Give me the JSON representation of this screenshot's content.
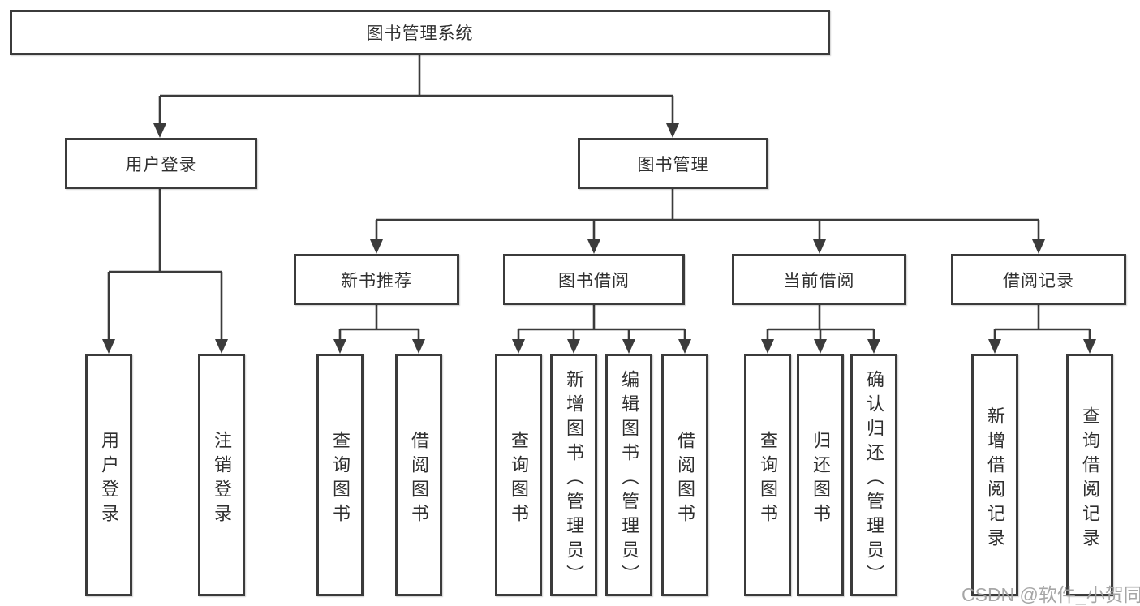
{
  "diagram": {
    "title": "图书管理系统",
    "root": {
      "label": "图书管理系统"
    },
    "branches": [
      {
        "label": "用户登录",
        "children": [
          {
            "label": "用户登录"
          },
          {
            "label": "注销登录"
          }
        ]
      },
      {
        "label": "图书管理",
        "children": [
          {
            "label": "新书推荐",
            "children": [
              {
                "label": "查询图书"
              },
              {
                "label": "借阅图书"
              }
            ]
          },
          {
            "label": "图书借阅",
            "children": [
              {
                "label": "查询图书"
              },
              {
                "label": "新增图书（管理员）"
              },
              {
                "label": "编辑图书（管理员）"
              },
              {
                "label": "借阅图书"
              }
            ]
          },
          {
            "label": "当前借阅",
            "children": [
              {
                "label": "查询图书"
              },
              {
                "label": "归还图书"
              },
              {
                "label": "确认归还（管理员）"
              }
            ]
          },
          {
            "label": "借阅记录",
            "children": [
              {
                "label": "新增借阅记录"
              },
              {
                "label": "查询借阅记录"
              }
            ]
          }
        ]
      }
    ]
  },
  "watermark": {
    "text": "CSDN @软件_小贺同学"
  },
  "colors": {
    "line": "#3b3b3b",
    "text": "#2f2f2f",
    "watermark": "#9e9e9e",
    "background": "#ffffff"
  }
}
